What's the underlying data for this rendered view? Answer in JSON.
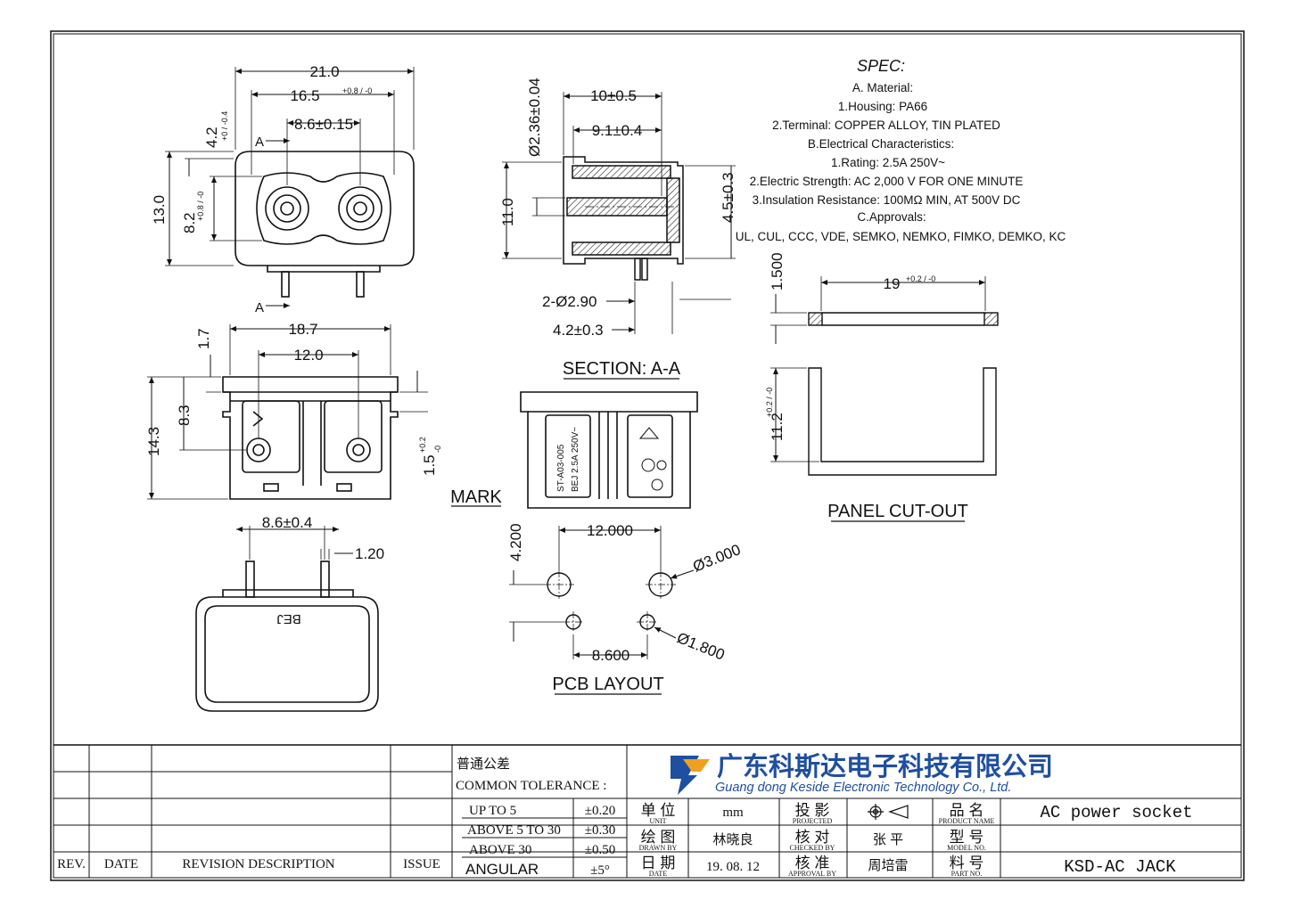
{
  "drawing": {
    "top_view": {
      "width": "21.0",
      "hole_spacing": "16.5",
      "hole_spacing_tol": "+0.8 / -0",
      "pin_spacing": "8.6±0.15",
      "offset": "4.2",
      "offset_tol": "+0 / -0.4",
      "height": "13.0",
      "inner_height": "8.2",
      "inner_height_tol": "+0.8 / -0",
      "section_marker": "A"
    },
    "section_view": {
      "dia": "Ø2.36±0.04",
      "depth": "10±0.5",
      "depth2": "9.1±0.4",
      "height": "11.0",
      "pin_offset": "4.5±0.3",
      "pins": "2-Ø2.90",
      "pin_pitch": "4.2±0.3",
      "title": "SECTION: A-A"
    },
    "front_view": {
      "width": "18.7",
      "pitch": "12.0",
      "flange": "1.7",
      "height": "14.3",
      "mid": "8.3",
      "tol": "1.5",
      "tol_sup": "+0.2",
      "tol_sub": "-0"
    },
    "bottom_view": {
      "pin_pitch": "8.6±0.4",
      "pin_width": "1.20",
      "mark_text": "BEJ"
    },
    "mark_view": {
      "title": "MARK",
      "line1": "ST-A03-005",
      "line2": "BEJ 2.5A 250V~"
    },
    "pcb_layout": {
      "title": "PCB LAYOUT",
      "pitch_top": "12.000",
      "offset": "4.200",
      "dia_large": "Ø3.000",
      "pitch_bottom": "8.600",
      "dia_small": "Ø1.800"
    },
    "panel_cutout": {
      "title": "PANEL CUT-OUT",
      "thickness": "1.500",
      "width": "19",
      "width_tol": "+0.2 / -0",
      "height": "11.2",
      "height_tol": "+0.2 / -0"
    }
  },
  "spec": {
    "title": "SPEC:",
    "lines": [
      "A. Material:",
      "1.Housing: PA66",
      "2.Terminal: COPPER ALLOY, TIN PLATED",
      "B.Electrical Characteristics:",
      "1.Rating:  2.5A 250V~",
      "2.Electric Strength: AC 2,000 V FOR ONE MINUTE",
      "3.Insulation Resistance: 100MΩ MIN, AT 500V DC",
      "C.Approvals:",
      "UL, CUL, CCC, VDE, SEMKO, NEMKO, FIMKO, DEMKO, KC"
    ]
  },
  "title_block": {
    "revision_headers": [
      "REV.",
      "DATE",
      "REVISION  DESCRIPTION",
      "ISSUE"
    ],
    "tolerance_title_cn": "普通公差",
    "tolerance_title": "COMMON TOLERANCE :",
    "tolerances": [
      {
        "range": "UP TO 5",
        "value": "±0.20"
      },
      {
        "range": "ABOVE 5 TO 30",
        "value": "±0.30"
      },
      {
        "range": "ABOVE 30",
        "value": "±0.50"
      },
      {
        "range": "ANGULAR",
        "value": "±5°"
      }
    ],
    "company_cn": "广东科斯达电子科技有限公司",
    "company_en": "Guang dong Keside  Electronic Technology Co., Ltd.",
    "unit_cn": "单 位",
    "unit_en": "UNIT",
    "unit_value": "mm",
    "projected_cn": "投 影",
    "projected_en": "PROJECTED",
    "drawn_cn": "绘 图",
    "drawn_en": "DRAWN BY",
    "drawn_value": "林晓良",
    "checked_cn": "核 对",
    "checked_en": "CHECKED BY",
    "checked_value": "张 平",
    "date_cn": "日 期",
    "date_en": "DATE",
    "date_value": "19. 08. 12",
    "approval_cn": "核 准",
    "approval_en": "APPROVAL BY",
    "approval_value": "周培雷",
    "product_cn": "品 名",
    "product_en": "PRODUCT NAME",
    "product_value": "AC power socket",
    "model_cn": "型 号",
    "model_en": "MODEL NO.",
    "model_value": "",
    "part_cn": "料 号",
    "part_en": "PART NO.",
    "part_value": "KSD-AC JACK"
  }
}
